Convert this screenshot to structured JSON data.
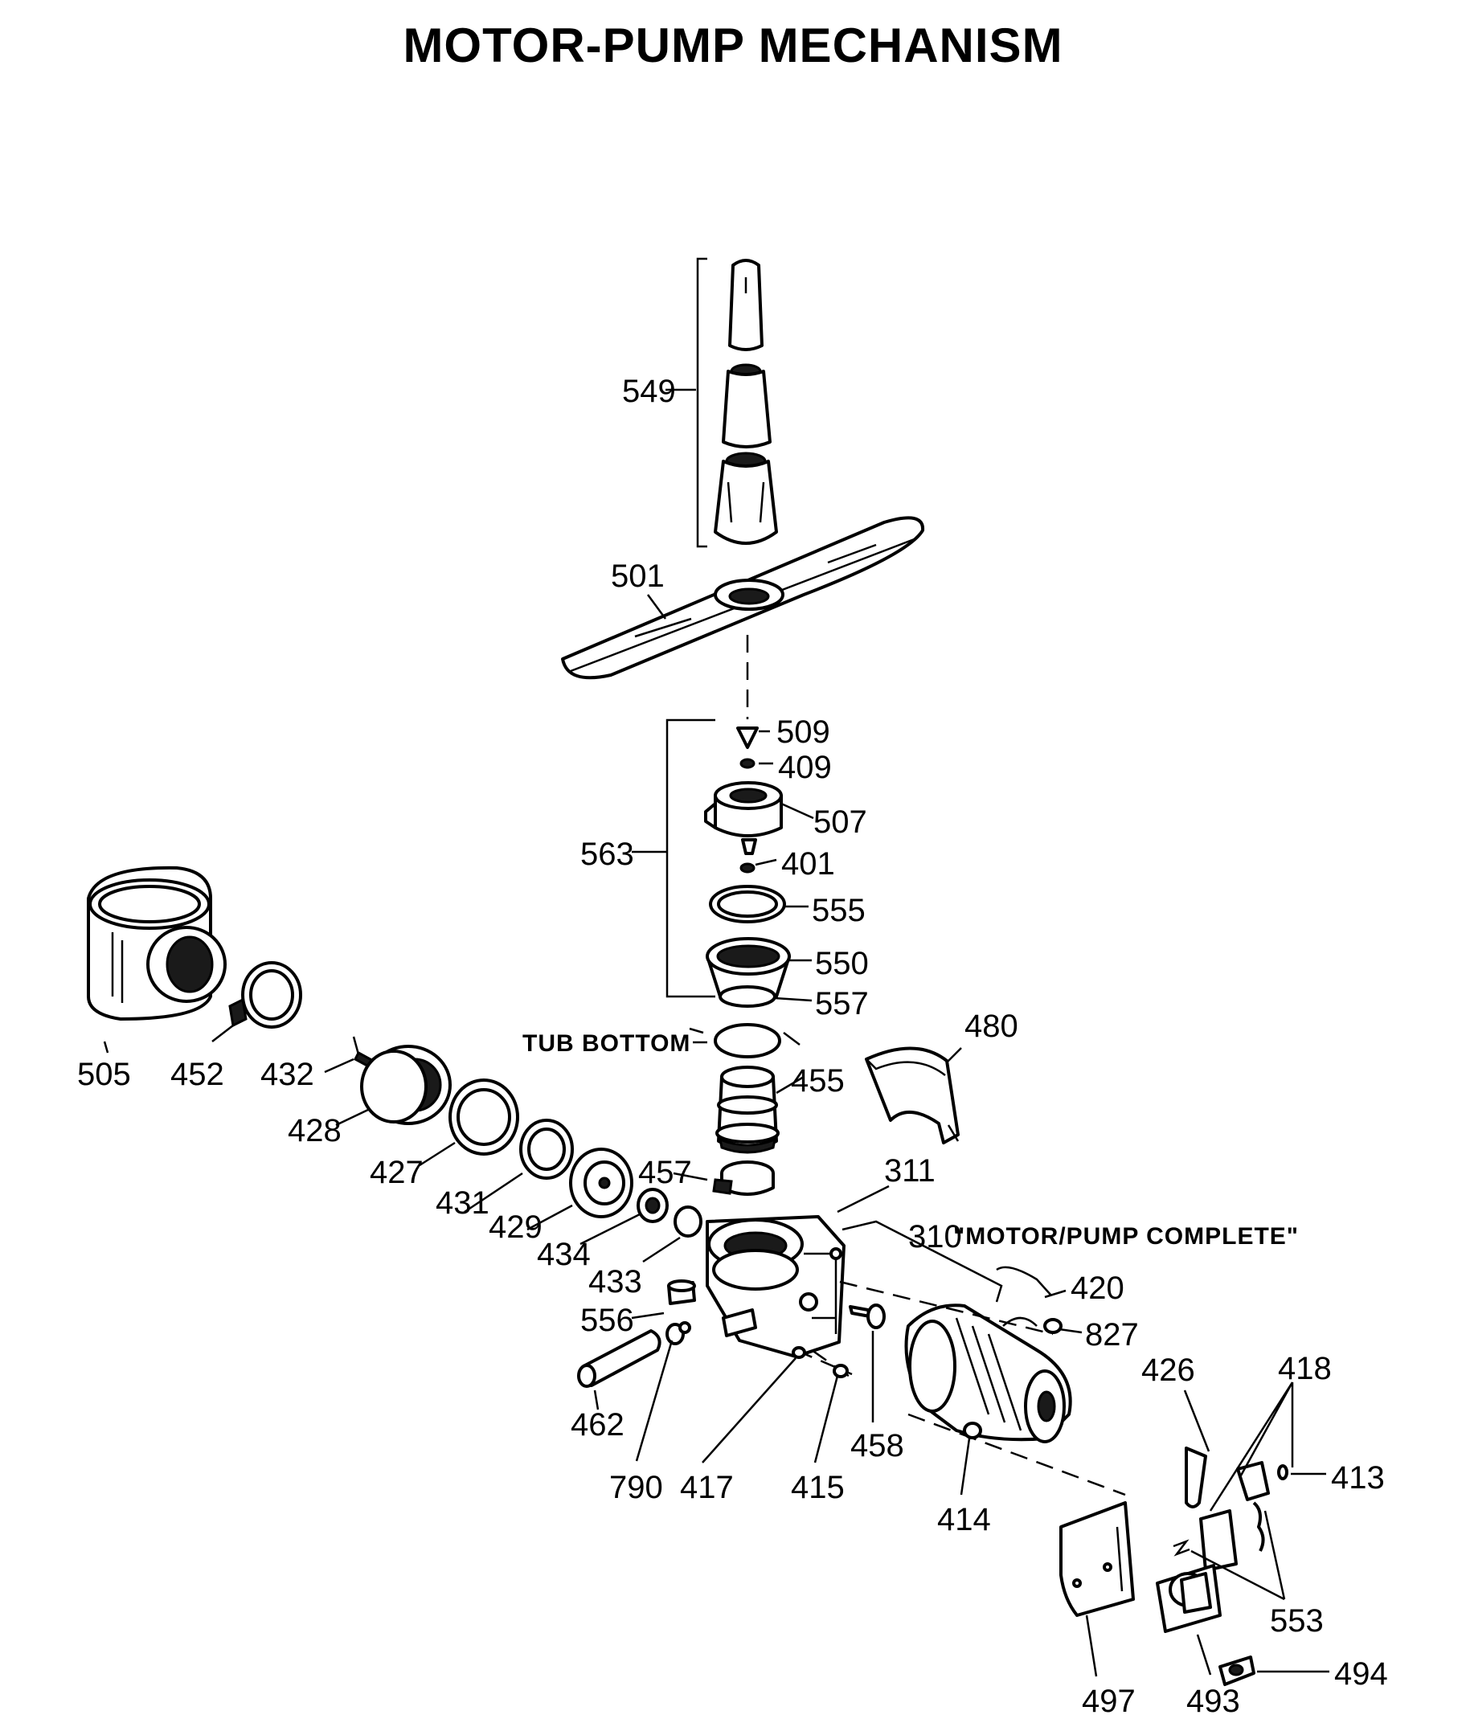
{
  "title": "MOTOR-PUMP MECHANISM",
  "labels": {
    "p549": "549",
    "p501": "501",
    "p509": "509",
    "p409": "409",
    "p507": "507",
    "p563": "563",
    "p401": "401",
    "p555": "555",
    "p550": "550",
    "p557": "557",
    "tub_bottom": "TUB BOTTOM",
    "p480": "480",
    "p505": "505",
    "p452": "452",
    "p432": "432",
    "p455": "455",
    "p428": "428",
    "p427": "427",
    "p457": "457",
    "p311": "311",
    "p431": "431",
    "p429": "429",
    "p434": "434",
    "p310": "310",
    "motor_pump_complete": "\"MOTOR/PUMP COMPLETE\"",
    "p433": "433",
    "p420": "420",
    "p556": "556",
    "p827": "827",
    "p426": "426",
    "p418": "418",
    "p462": "462",
    "p458": "458",
    "p413": "413",
    "p790": "790",
    "p417": "417",
    "p415": "415",
    "p414": "414",
    "p553": "553",
    "p497": "497",
    "p493": "493",
    "p494": "494"
  }
}
